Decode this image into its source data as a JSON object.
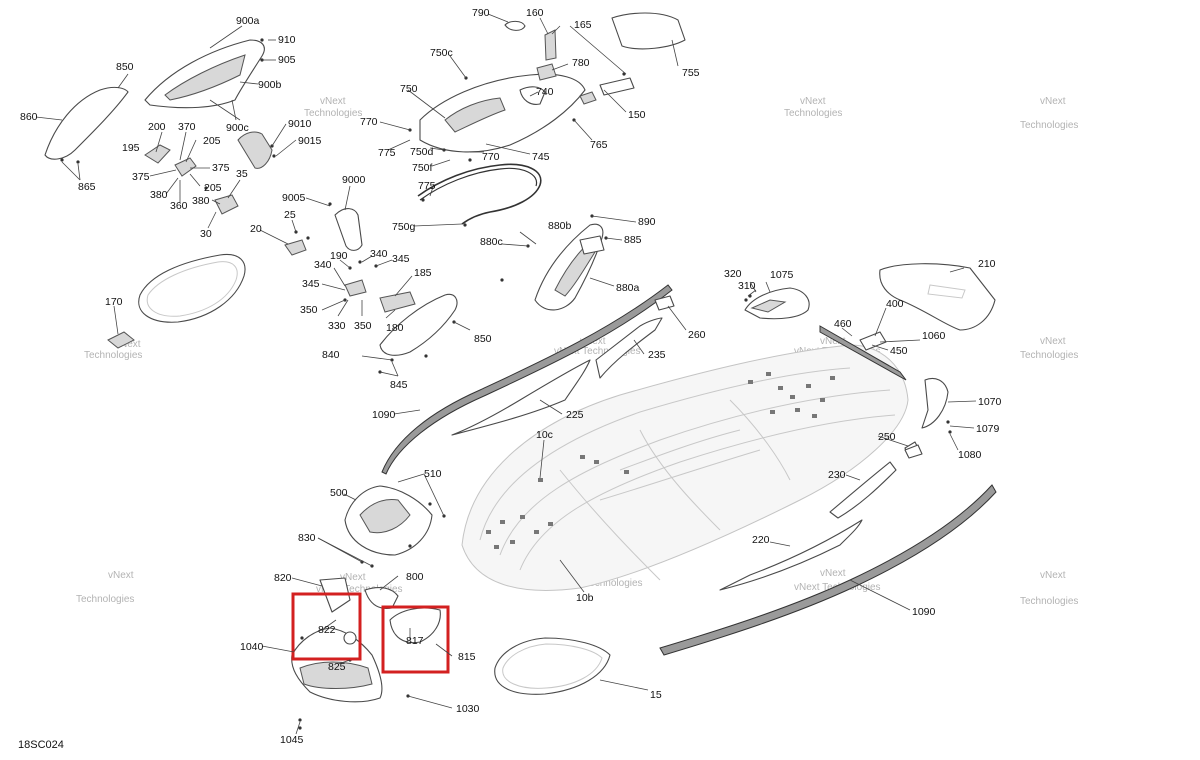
{
  "diagram_code": "18SC024",
  "watermark": {
    "line1": "vNext",
    "line2": "Technologies",
    "line_single": "vNext Technologies"
  },
  "labels": {
    "l900a": "900a",
    "l910": "910",
    "l905": "905",
    "l900b": "900b",
    "l900c": "900c",
    "l850a": "850",
    "l860": "860",
    "l865": "865",
    "l200": "200",
    "l370": "370",
    "l205a": "205",
    "l195": "195",
    "l375a": "375",
    "l375b": "375",
    "l205b": "205",
    "l35": "35",
    "l380a": "380",
    "l360": "360",
    "l380b": "380",
    "l30": "30",
    "l9010": "9010",
    "l9015": "9015",
    "l9005": "9005",
    "l9000": "9000",
    "l25": "25",
    "l20": "20",
    "l170": "170",
    "l790": "790",
    "l160": "160",
    "l165": "165",
    "l755": "755",
    "l750c": "750c",
    "l780": "780",
    "l750": "750",
    "l740": "740",
    "l150": "150",
    "l770a": "770",
    "l765": "765",
    "l775a": "775",
    "l750d": "750d",
    "l770b": "770",
    "l745": "745",
    "l750f": "750f",
    "l775b": "775",
    "l750g": "750g",
    "l880b": "880b",
    "l890": "890",
    "l880c": "880c",
    "l885": "885",
    "l880a": "880a",
    "l190": "190",
    "l340a": "340",
    "l345a": "345",
    "l340b": "340",
    "l185": "185",
    "l345b": "345",
    "l350a": "350",
    "l330": "330",
    "l350b": "350",
    "l180": "180",
    "l850b": "850",
    "l840": "840",
    "l845": "845",
    "l320": "320",
    "l1075": "1075",
    "l310": "310",
    "l210": "210",
    "l400": "400",
    "l460": "460",
    "l1060": "1060",
    "l450": "450",
    "l260": "260",
    "l235": "235",
    "l1070": "1070",
    "l1079": "1079",
    "l1080": "1080",
    "l1090a": "1090",
    "l225": "225",
    "l10c": "10c",
    "l250": "250",
    "l230": "230",
    "l510": "510",
    "l500": "500",
    "l830": "830",
    "l820": "820",
    "l800": "800",
    "l822": "822",
    "l817": "817",
    "l815": "815",
    "l1040": "1040",
    "l825": "825",
    "l1030": "1030",
    "l1045": "1045",
    "l10b": "10b",
    "l220": "220",
    "l1090b": "1090",
    "l15": "15"
  },
  "highlight_color": "#d32020"
}
